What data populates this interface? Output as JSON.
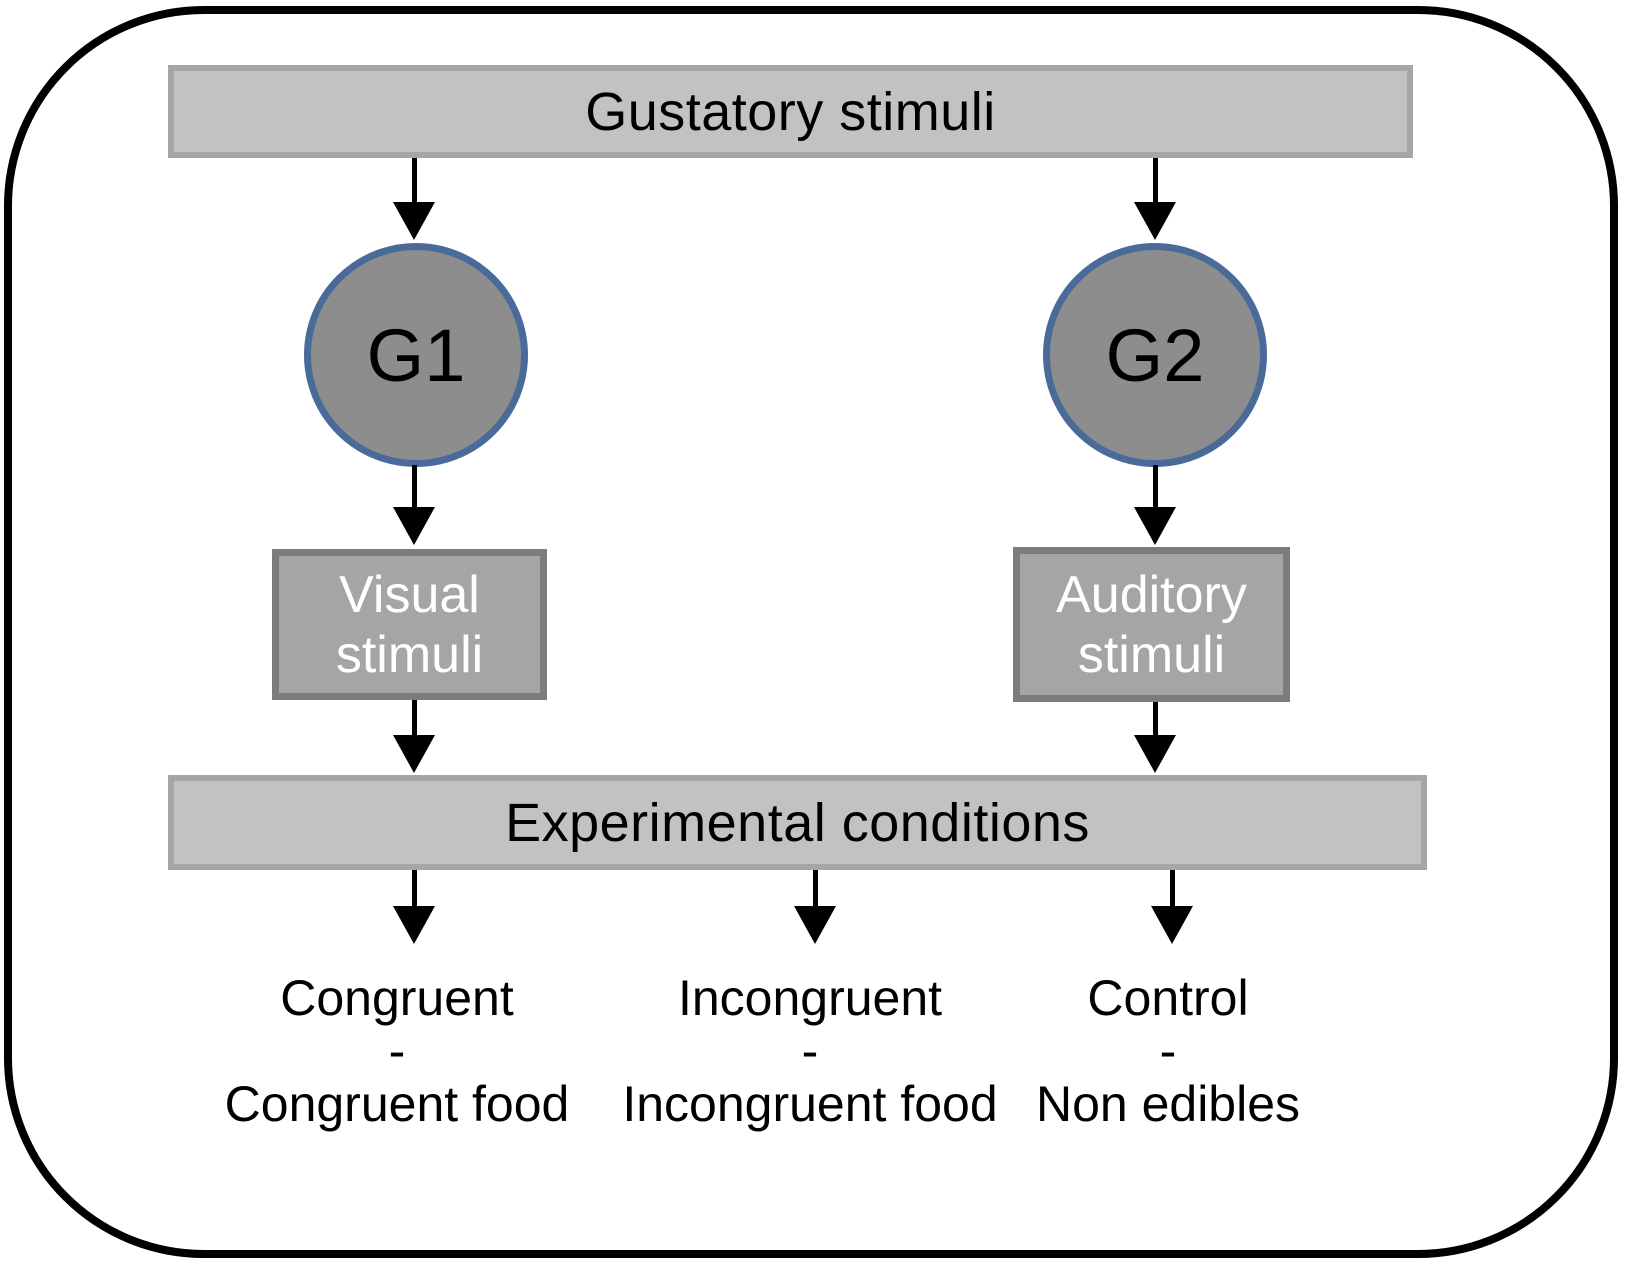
{
  "figure": {
    "title_bar": "Gustatory stimuli",
    "conditions_bar": "Experimental conditions",
    "groups": [
      {
        "circle": "G1",
        "box_line1": "Visual",
        "box_line2": "stimuli"
      },
      {
        "circle": "G2",
        "box_line1": "Auditory",
        "box_line2": "stimuli"
      }
    ],
    "conditions": [
      {
        "name": "Congruent",
        "separator": "-",
        "description": "Congruent food"
      },
      {
        "name": "Incongruent",
        "separator": "-",
        "description": "Incongruent food"
      },
      {
        "name": "Control",
        "separator": "-",
        "description": "Non edibles"
      }
    ]
  },
  "colors": {
    "bar-fill": "#c2c2c2",
    "bar-border": "#a6a6a6",
    "circle-fill": "#8d8d8d",
    "circle-border": "#4a6b99",
    "box-fill": "#a5a5a5",
    "box-border": "#7c7c7c",
    "outline": "#000000",
    "arrow": "#000000",
    "text-dark": "#000000",
    "text-light": "#ffffff"
  }
}
